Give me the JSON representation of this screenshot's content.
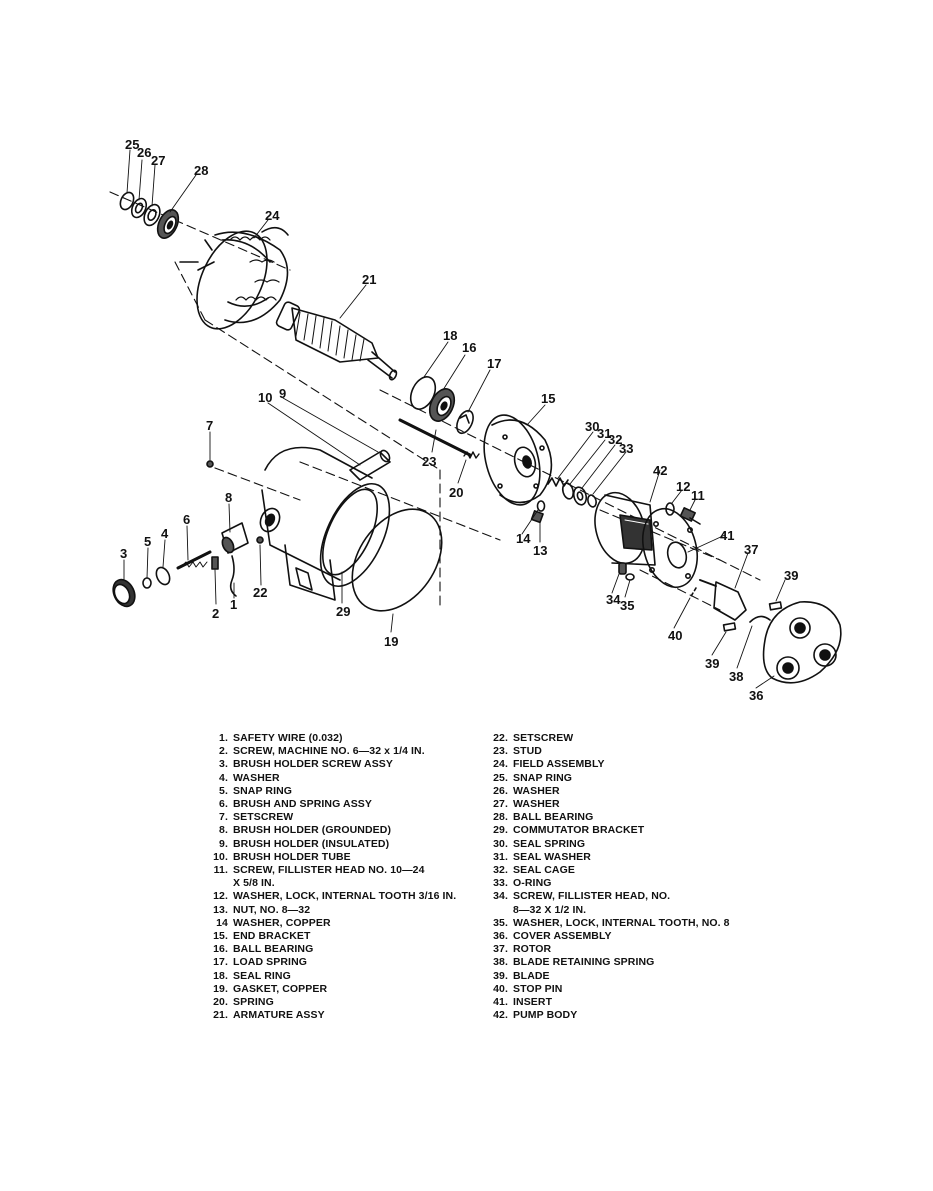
{
  "callouts": [
    {
      "id": "c25",
      "text": "25"
    },
    {
      "id": "c26",
      "text": "26"
    },
    {
      "id": "c27",
      "text": "27"
    },
    {
      "id": "c28",
      "text": "28"
    },
    {
      "id": "c24",
      "text": "24"
    },
    {
      "id": "c21",
      "text": "21"
    },
    {
      "id": "c18",
      "text": "18"
    },
    {
      "id": "c16",
      "text": "16"
    },
    {
      "id": "c17",
      "text": "17"
    },
    {
      "id": "c15",
      "text": "15"
    },
    {
      "id": "c10",
      "text": "10"
    },
    {
      "id": "c9",
      "text": "9"
    },
    {
      "id": "c7",
      "text": "7"
    },
    {
      "id": "c23",
      "text": "23"
    },
    {
      "id": "c20",
      "text": "20"
    },
    {
      "id": "c30",
      "text": "30"
    },
    {
      "id": "c31",
      "text": "31"
    },
    {
      "id": "c32",
      "text": "32"
    },
    {
      "id": "c33",
      "text": "33"
    },
    {
      "id": "c42",
      "text": "42"
    },
    {
      "id": "c12",
      "text": "12"
    },
    {
      "id": "c11",
      "text": "11"
    },
    {
      "id": "c8",
      "text": "8"
    },
    {
      "id": "c6",
      "text": "6"
    },
    {
      "id": "c4",
      "text": "4"
    },
    {
      "id": "c5",
      "text": "5"
    },
    {
      "id": "c3",
      "text": "3"
    },
    {
      "id": "c2",
      "text": "2"
    },
    {
      "id": "c1",
      "text": "1"
    },
    {
      "id": "c22",
      "text": "22"
    },
    {
      "id": "c29",
      "text": "29"
    },
    {
      "id": "c19",
      "text": "19"
    },
    {
      "id": "c14",
      "text": "14"
    },
    {
      "id": "c13",
      "text": "13"
    },
    {
      "id": "c41",
      "text": "41"
    },
    {
      "id": "c37",
      "text": "37"
    },
    {
      "id": "c34",
      "text": "34"
    },
    {
      "id": "c35",
      "text": "35"
    },
    {
      "id": "c39a",
      "text": "39"
    },
    {
      "id": "c40",
      "text": "40"
    },
    {
      "id": "c39b",
      "text": "39"
    },
    {
      "id": "c38",
      "text": "38"
    },
    {
      "id": "c36",
      "text": "36"
    }
  ],
  "legend": {
    "left": [
      {
        "num": "1.",
        "text": "SAFETY WIRE (0.032)"
      },
      {
        "num": "2.",
        "text": "SCREW, MACHINE NO. 6—32 x 1/4 IN."
      },
      {
        "num": "3.",
        "text": "BRUSH HOLDER SCREW ASSY"
      },
      {
        "num": "4.",
        "text": "WASHER"
      },
      {
        "num": "5.",
        "text": "SNAP RING"
      },
      {
        "num": "6.",
        "text": "BRUSH AND SPRING ASSY"
      },
      {
        "num": "7.",
        "text": "SETSCREW"
      },
      {
        "num": "8.",
        "text": "BRUSH HOLDER (GROUNDED)"
      },
      {
        "num": "9.",
        "text": "BRUSH HOLDER (INSULATED)"
      },
      {
        "num": "10.",
        "text": "BRUSH HOLDER TUBE"
      },
      {
        "num": "11.",
        "text": "SCREW, FILLISTER HEAD NO. 10—24"
      },
      {
        "num": "",
        "text": "X 5/8 IN."
      },
      {
        "num": "12.",
        "text": "WASHER, LOCK, INTERNAL TOOTH 3/16 IN."
      },
      {
        "num": "13.",
        "text": "NUT, NO. 8—32"
      },
      {
        "num": "14",
        "text": "WASHER, COPPER"
      },
      {
        "num": "15.",
        "text": "END BRACKET"
      },
      {
        "num": "16.",
        "text": "BALL BEARING"
      },
      {
        "num": "17.",
        "text": "LOAD SPRING"
      },
      {
        "num": "18.",
        "text": "SEAL RING"
      },
      {
        "num": "19.",
        "text": "GASKET, COPPER"
      },
      {
        "num": "20.",
        "text": "SPRING"
      },
      {
        "num": "21.",
        "text": "ARMATURE ASSY"
      }
    ],
    "right": [
      {
        "num": "22.",
        "text": "SETSCREW"
      },
      {
        "num": "23.",
        "text": "STUD"
      },
      {
        "num": "24.",
        "text": "FIELD ASSEMBLY"
      },
      {
        "num": "25.",
        "text": "SNAP RING"
      },
      {
        "num": "26.",
        "text": "WASHER"
      },
      {
        "num": "27.",
        "text": "WASHER"
      },
      {
        "num": "28.",
        "text": "BALL BEARING"
      },
      {
        "num": "29.",
        "text": "COMMUTATOR BRACKET"
      },
      {
        "num": "30.",
        "text": "SEAL SPRING"
      },
      {
        "num": "31.",
        "text": "SEAL WASHER"
      },
      {
        "num": "32.",
        "text": "SEAL CAGE"
      },
      {
        "num": "33.",
        "text": "O-RING"
      },
      {
        "num": "34.",
        "text": "SCREW, FILLISTER HEAD, NO."
      },
      {
        "num": "",
        "text": "8—32 X 1/2 IN."
      },
      {
        "num": "35.",
        "text": "WASHER, LOCK, INTERNAL TOOTH, NO. 8"
      },
      {
        "num": "36.",
        "text": "COVER ASSEMBLY"
      },
      {
        "num": "37.",
        "text": "ROTOR"
      },
      {
        "num": "38.",
        "text": "BLADE RETAINING SPRING"
      },
      {
        "num": "39.",
        "text": "BLADE"
      },
      {
        "num": "40.",
        "text": "STOP PIN"
      },
      {
        "num": "41.",
        "text": "INSERT"
      },
      {
        "num": "42.",
        "text": "PUMP BODY"
      }
    ]
  }
}
